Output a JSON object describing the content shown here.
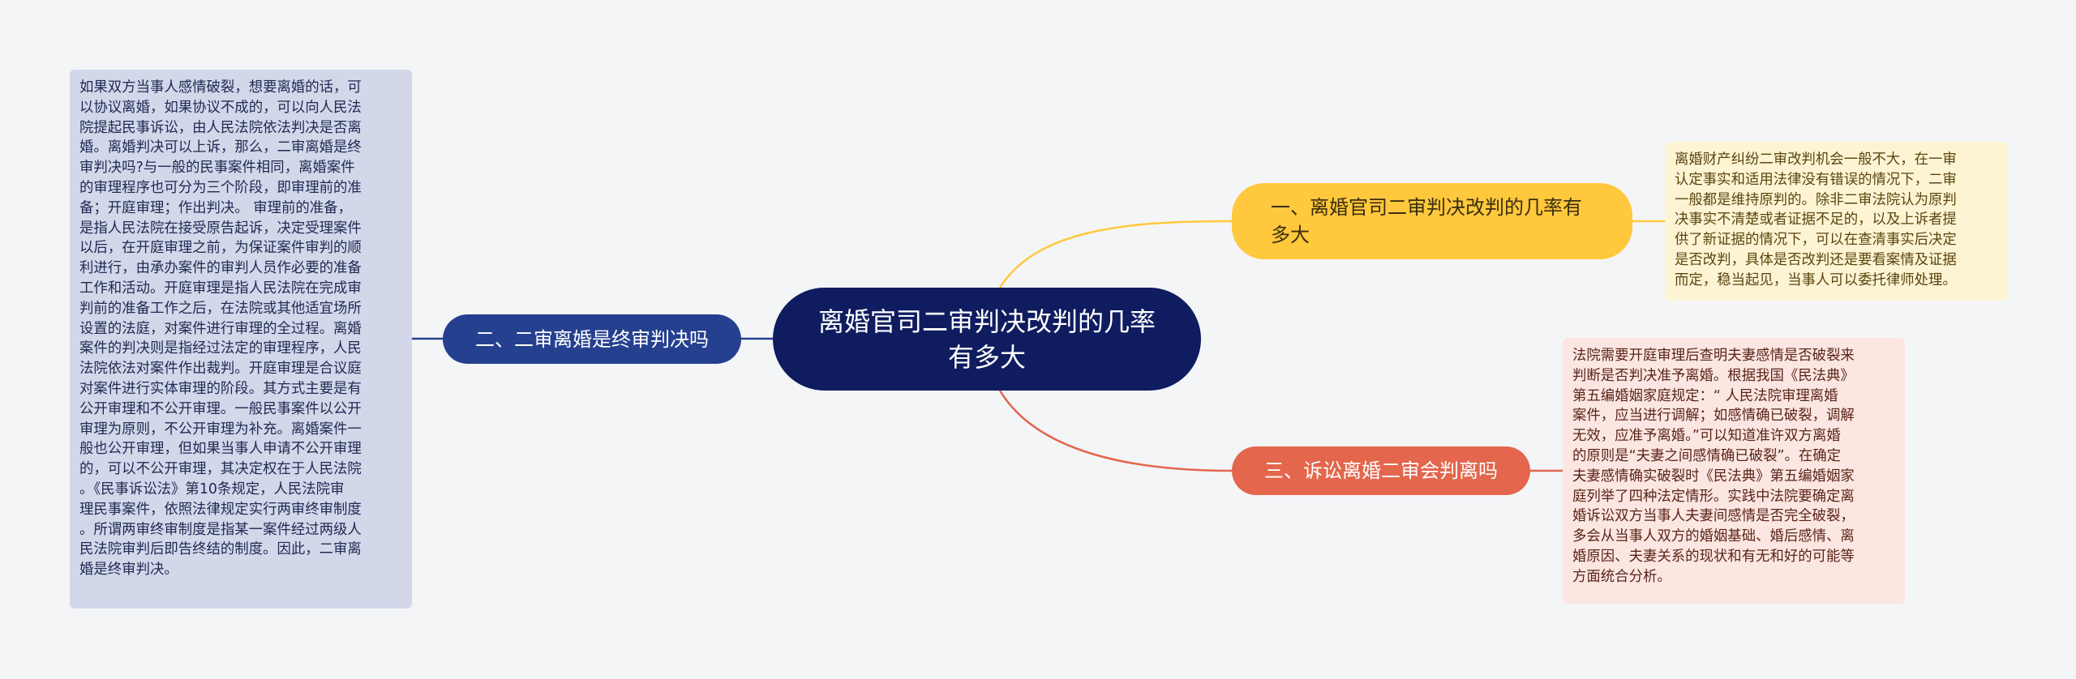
{
  "center": {
    "title": "离婚官司二审判决改判的几率有多大"
  },
  "branches": [
    {
      "label": "一、离婚官司二审判决改判的几率有多大",
      "detail": "离婚财产纠纷二审改判机会一般不大，在一审\n认定事实和适用法律没有错误的情况下，二审\n一般都是维持原判的。除非二审法院认为原判\n决事实不清楚或者证据不足的，以及上诉者提\n供了新证据的情况下，可以在查清事实后决定\n是否改判，具体是否改判还是要看案情及证据\n而定，稳当起见，当事人可以委托律师处理。"
    },
    {
      "label": "二、二审离婚是终审判决吗",
      "detail": "如果双方当事人感情破裂，想要离婚的话，可\n以协议离婚，如果协议不成的，可以向人民法\n院提起民事诉讼，由人民法院依法判决是否离\n婚。离婚判决可以上诉，那么，二审离婚是终\n审判决吗?与一般的民事案件相同，离婚案件\n的审理程序也可分为三个阶段，即审理前的准\n备；开庭审理；作出判决。 审理前的准备，\n是指人民法院在接受原告起诉，决定受理案件\n以后，在开庭审理之前，为保证案件审判的顺\n利进行，由承办案件的审判人员作必要的准备\n工作和活动。开庭审理是指人民法院在完成审\n判前的准备工作之后，在法院或其他适宜场所\n设置的法庭，对案件进行审理的全过程。离婚\n案件的判决则是指经过法定的审理程序，人民\n法院依法对案件作出裁判。开庭审理是合议庭\n对案件进行实体审理的阶段。其方式主要是有\n公开审理和不公开审理。一般民事案件以公开\n审理为原则，不公开审理为补充。离婚案件一\n般也公开审理，但如果当事人申请不公开审理\n的，可以不公开审理，其决定权在于人民法院\n。《民事诉讼法》第10条规定，人民法院审\n理民事案件，依照法律规定实行两审终审制度\n。所谓两审终审制度是指某一案件经过两级人\n民法院审判后即告终结的制度。因此，二审离\n婚是终审判决。"
    },
    {
      "label": "三、诉讼离婚二审会判离吗",
      "detail": "法院需要开庭审理后查明夫妻感情是否破裂来\n判断是否判决准予离婚。根据我国《民法典》\n第五编婚姻家庭规定：“ 人民法院审理离婚\n案件，应当进行调解；如感情确已破裂，调解\n无效，应准予离婚。”可以知道准许双方离婚\n的原则是“夫妻之间感情确已破裂”。在确定\n夫妻感情确实破裂时《民法典》第五编婚姻家\n庭列举了四种法定情形。实践中法院要确定离\n婚诉讼双方当事人夫妻间感情是否完全破裂，\n多会从当事人双方的婚姻基础、婚后感情、离\n婚原因、夫妻关系的现状和有无和好的可能等\n方面统合分析。"
    }
  ],
  "colors": {
    "center": "#0f1c5f",
    "branch1": "#ffc83d",
    "branch2": "#25408f",
    "branch3": "#e3664d",
    "connector1": "#ffc83d",
    "connector2": "#25408f",
    "connector3": "#e3664d"
  }
}
